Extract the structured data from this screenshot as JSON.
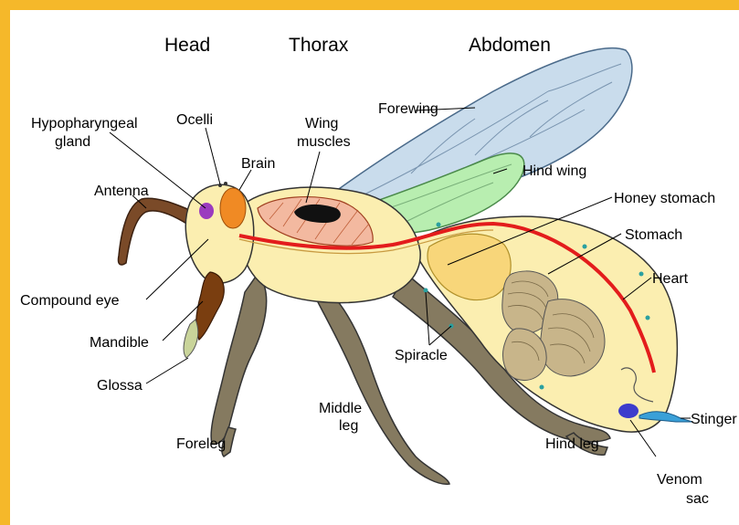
{
  "regions": {
    "head": "Head",
    "thorax": "Thorax",
    "abdomen": "Abdomen"
  },
  "labels": {
    "hypopharyngeal_gland_1": "Hypopharyngeal",
    "hypopharyngeal_gland_2": "gland",
    "ocelli": "Ocelli",
    "brain": "Brain",
    "wing_muscles_1": "Wing",
    "wing_muscles_2": "muscles",
    "forewing": "Forewing",
    "hind_wing": "Hind wing",
    "antenna": "Antenna",
    "honey_stomach": "Honey stomach",
    "stomach": "Stomach",
    "heart": "Heart",
    "compound_eye": "Compound eye",
    "mandible": "Mandible",
    "spiracle": "Spiracle",
    "glossa": "Glossa",
    "middle_leg_1": "Middle",
    "middle_leg_2": "leg",
    "stinger": "Stinger",
    "foreleg": "Foreleg",
    "hind_leg": "Hind leg",
    "venom_sac_1": "Venom",
    "venom_sac_2": "sac"
  },
  "colors": {
    "border": "#f5b82a",
    "body": "#fbeeb0",
    "outline": "#333333",
    "leg": "#857a60",
    "antenna": "#7a4a28",
    "brain": "#f08a24",
    "gland": "#9b3bbf",
    "mandible": "#7a3e10",
    "forewing": "#c9dcec",
    "hindwing": "#b8eeb0",
    "muscle": "#f3b9a0",
    "gut_line": "#e31c1c",
    "honey_stomach": "#f8d67a",
    "intestine": "#c8b58a",
    "venom": "#3c3ccc",
    "stinger": "#3aa0d8"
  }
}
